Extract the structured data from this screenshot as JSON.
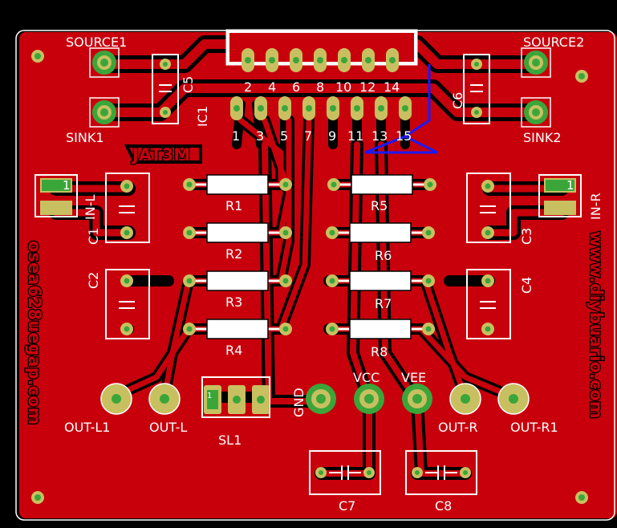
{
  "board": {
    "colors": {
      "background": "#000000",
      "copper": "#c8000c",
      "copper_alt": "#d8101c",
      "silkscreen": "#ffffff",
      "pad": "#c8c060",
      "hole": "#3aa63a",
      "via_trace": "#1a1aff"
    }
  },
  "labels": {
    "source1": "SOURCE1",
    "source2": "SOURCE2",
    "sink1": "SINK1",
    "sink2": "SINK2",
    "c5": "C5",
    "c6": "C6",
    "ic1": "IC1",
    "metal": "JAT3M",
    "in_l": "IN-L",
    "in_r": "IN-R",
    "c1": "C1",
    "c2": "C2",
    "c3": "C3",
    "c4": "C4",
    "r1": "R1",
    "r2": "R2",
    "r3": "R3",
    "r4": "R4",
    "r5": "R5",
    "r6": "R6",
    "r7": "R7",
    "r8": "R8",
    "gnd": "GND",
    "vcc": "VCC",
    "vee": "VEE",
    "out_l1": "OUT-L1",
    "out_l": "OUT-L",
    "out_r": "OUT-R",
    "out_r1": "OUT-R1",
    "sl1": "SL1",
    "c7": "C7",
    "c8": "C8",
    "website_left": "osea628uegap.com",
    "website_right": "www.diybuario.com"
  },
  "ic_pins": {
    "top": [
      "2",
      "4",
      "6",
      "8",
      "10",
      "12",
      "14"
    ],
    "bottom": [
      "1",
      "3",
      "5",
      "7",
      "9",
      "11",
      "13",
      "15"
    ]
  }
}
